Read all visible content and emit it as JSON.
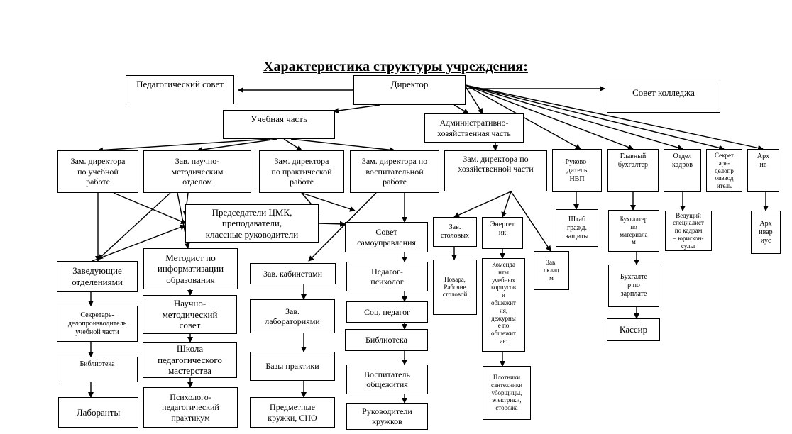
{
  "title": "Характеристика структуры  учреждения:",
  "nodes": {
    "director": "Директор",
    "ped_council": "Педагогический совет",
    "college_council": "Совет колледжа",
    "academic": "Учебная часть",
    "admin_econ": "Административно-\nхозяйственная часть",
    "dep_academic": "Зам. директора\nпо учебной\nработе",
    "head_method": "Зав.  научно-\nметодическим\nотделом",
    "dep_practice": "Зам. директора\nпо практической\nработе",
    "dep_education": "Зам. директора по\nвоспитательной\nработе",
    "dep_economic": "Зам. директора по\nхозяйственной части",
    "nvp_head": "Руково-\nдитель\nНВП",
    "chief_accountant": "Главный\nбухгалтер",
    "hr_dept": "Отдел\nкадров",
    "secretary_top": "Секрет\nарь-\nделопр\nоизвод\nитель",
    "archive": "Арх\nив",
    "pmc_chairs": "Председатели  ЦМК,\nпреподаватели,\nклассные руководители",
    "self_gov": "Совет\nсамоуправления",
    "dept_heads": "Заведующие\nотделениями",
    "it_methodist": "Методист по\nинформатизации\nобразования",
    "cab_heads": "Зав. кабинетами",
    "psychologist": "Педагог-\nпсихолог",
    "secretary_acad": "Секретарь-\nделопроизводитель\nучебной части",
    "sci_council": "Научно-\nметодический\nсовет",
    "lab_heads": "Зав.\nлабораториями",
    "social_ped": "Соц. педагог",
    "library_acad": "Библиотека",
    "school_skill": "Школа\nпедагогического\nмастерства",
    "practice_bases": "Базы практики",
    "library_edu": "Библиотека",
    "dorm_educator": "Воспитатель\nобщежития",
    "lab_assistants": "Лаборанты",
    "psych_workshop": "Психолого-\nпедагогический\nпрактикум",
    "clubs_sno": "Предметные\nкружки, СНО",
    "club_leaders": "Руководители\nкружков",
    "canteen_head": "Зав.\nстоловых",
    "energy": "Энергет\nик",
    "warehouse_head": "Зав.\nсклад\nм",
    "cooks": "Повара,\nРабочие\nстоловой",
    "commandants": "Коменда\nнты\nучебных\nкорпусов\nи\nобщежит\nия,\nдежурны\nе по\nобщежит\nию",
    "workers": "Плотники\nсантехники\nуборщицы,\nэлектрики,\nсторожа",
    "civil_defense": "Штаб\nгражд.\nзащиты",
    "material_acc": "Бухгалтер\nпо\nматериала\nм",
    "payroll_acc": "Бухгалте\nр по\nзарплате",
    "cashier": "Кассир",
    "hr_specialist": "Ведущий\nспециалист\nпо кадрам\n– юрискон-\nсульт",
    "archivist": "Арх\nивар\nиус"
  }
}
